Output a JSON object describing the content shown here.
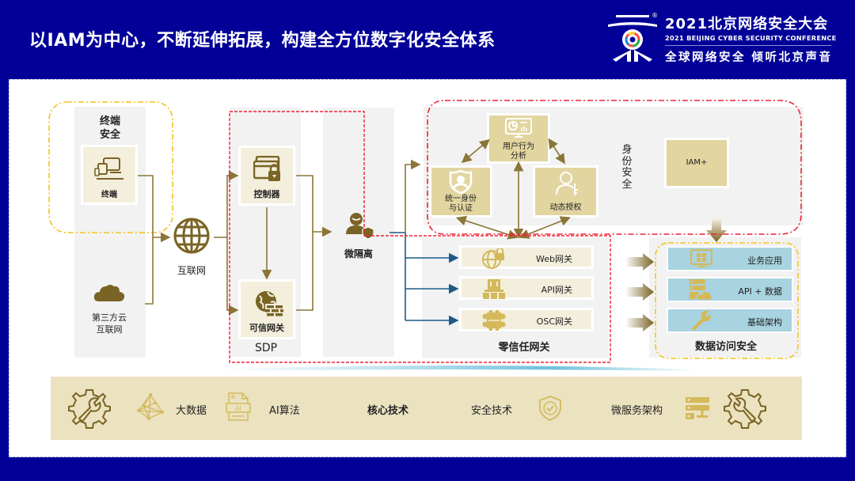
{
  "header": {
    "title": "以IAM为中心，不断延伸拓展，构建全方位数字化安全体系",
    "logo": {
      "name_cn": "2021北京网络安全大会",
      "name_en": "2021 BEIJING CYBER SECURITY CONFERENCE",
      "slogan": "全球网络安全  倾听北京声音",
      "registered_mark": "®"
    }
  },
  "diagram": {
    "endpoint_security": {
      "title_line1": "终端",
      "title_line2": "安全",
      "terminal_label": "终端",
      "third_party_line1": "第三方云",
      "third_party_line2": "互联网"
    },
    "internet_label": "互联网",
    "sdp": {
      "label": "SDP",
      "controller_label": "控制器",
      "trusted_gateway_label": "可信网关"
    },
    "micro_segmentation_label": "微隔离",
    "identity_security": {
      "label": "身份安全",
      "uba_line1": "用户行为",
      "uba_line2": "分析",
      "unified_line1": "统一身份",
      "unified_line2": "与认证",
      "dynamic_auth_label": "动态授权",
      "iam_plus_label": "IAM+"
    },
    "zero_trust_gateway": {
      "label": "零信任网关",
      "rows": [
        {
          "label": "Web网关",
          "icon": "globe-lock-icon"
        },
        {
          "label": "API网关",
          "icon": "api-blocks-icon"
        },
        {
          "label": "OSC网关",
          "icon": "puzzle-icon"
        }
      ]
    },
    "data_access_security": {
      "label": "数据访问安全",
      "rows": [
        {
          "label": "业务应用",
          "icon": "app-monitor-icon"
        },
        {
          "label": "API + 数据",
          "icon": "server-cloud-icon"
        },
        {
          "label": "基础架构",
          "icon": "wrench-icon"
        }
      ]
    },
    "core_tech_bar": {
      "items": [
        {
          "label": "大数据",
          "icon": "network-mesh-icon"
        },
        {
          "label": "AI算法",
          "icon": "ai-document-icon"
        },
        {
          "label": "核心技术",
          "icon": ""
        },
        {
          "label": "安全技术",
          "icon": "shield-check-icon"
        },
        {
          "label": "微服务架构",
          "icon": "microservice-list-icon"
        }
      ]
    }
  },
  "colors": {
    "background": "#020097",
    "gold": "#7a6425",
    "gold_light": "#d4b95c",
    "tile_cream": "#f3efdc",
    "tile_tan": "#e2d5a0",
    "data_blue": "#a8d3e0",
    "red_dash": "#ee2233",
    "yellow_dash": "#f6c21c",
    "blue_line": "#1d5a86",
    "bottom_bar": "#ebe2c0"
  }
}
